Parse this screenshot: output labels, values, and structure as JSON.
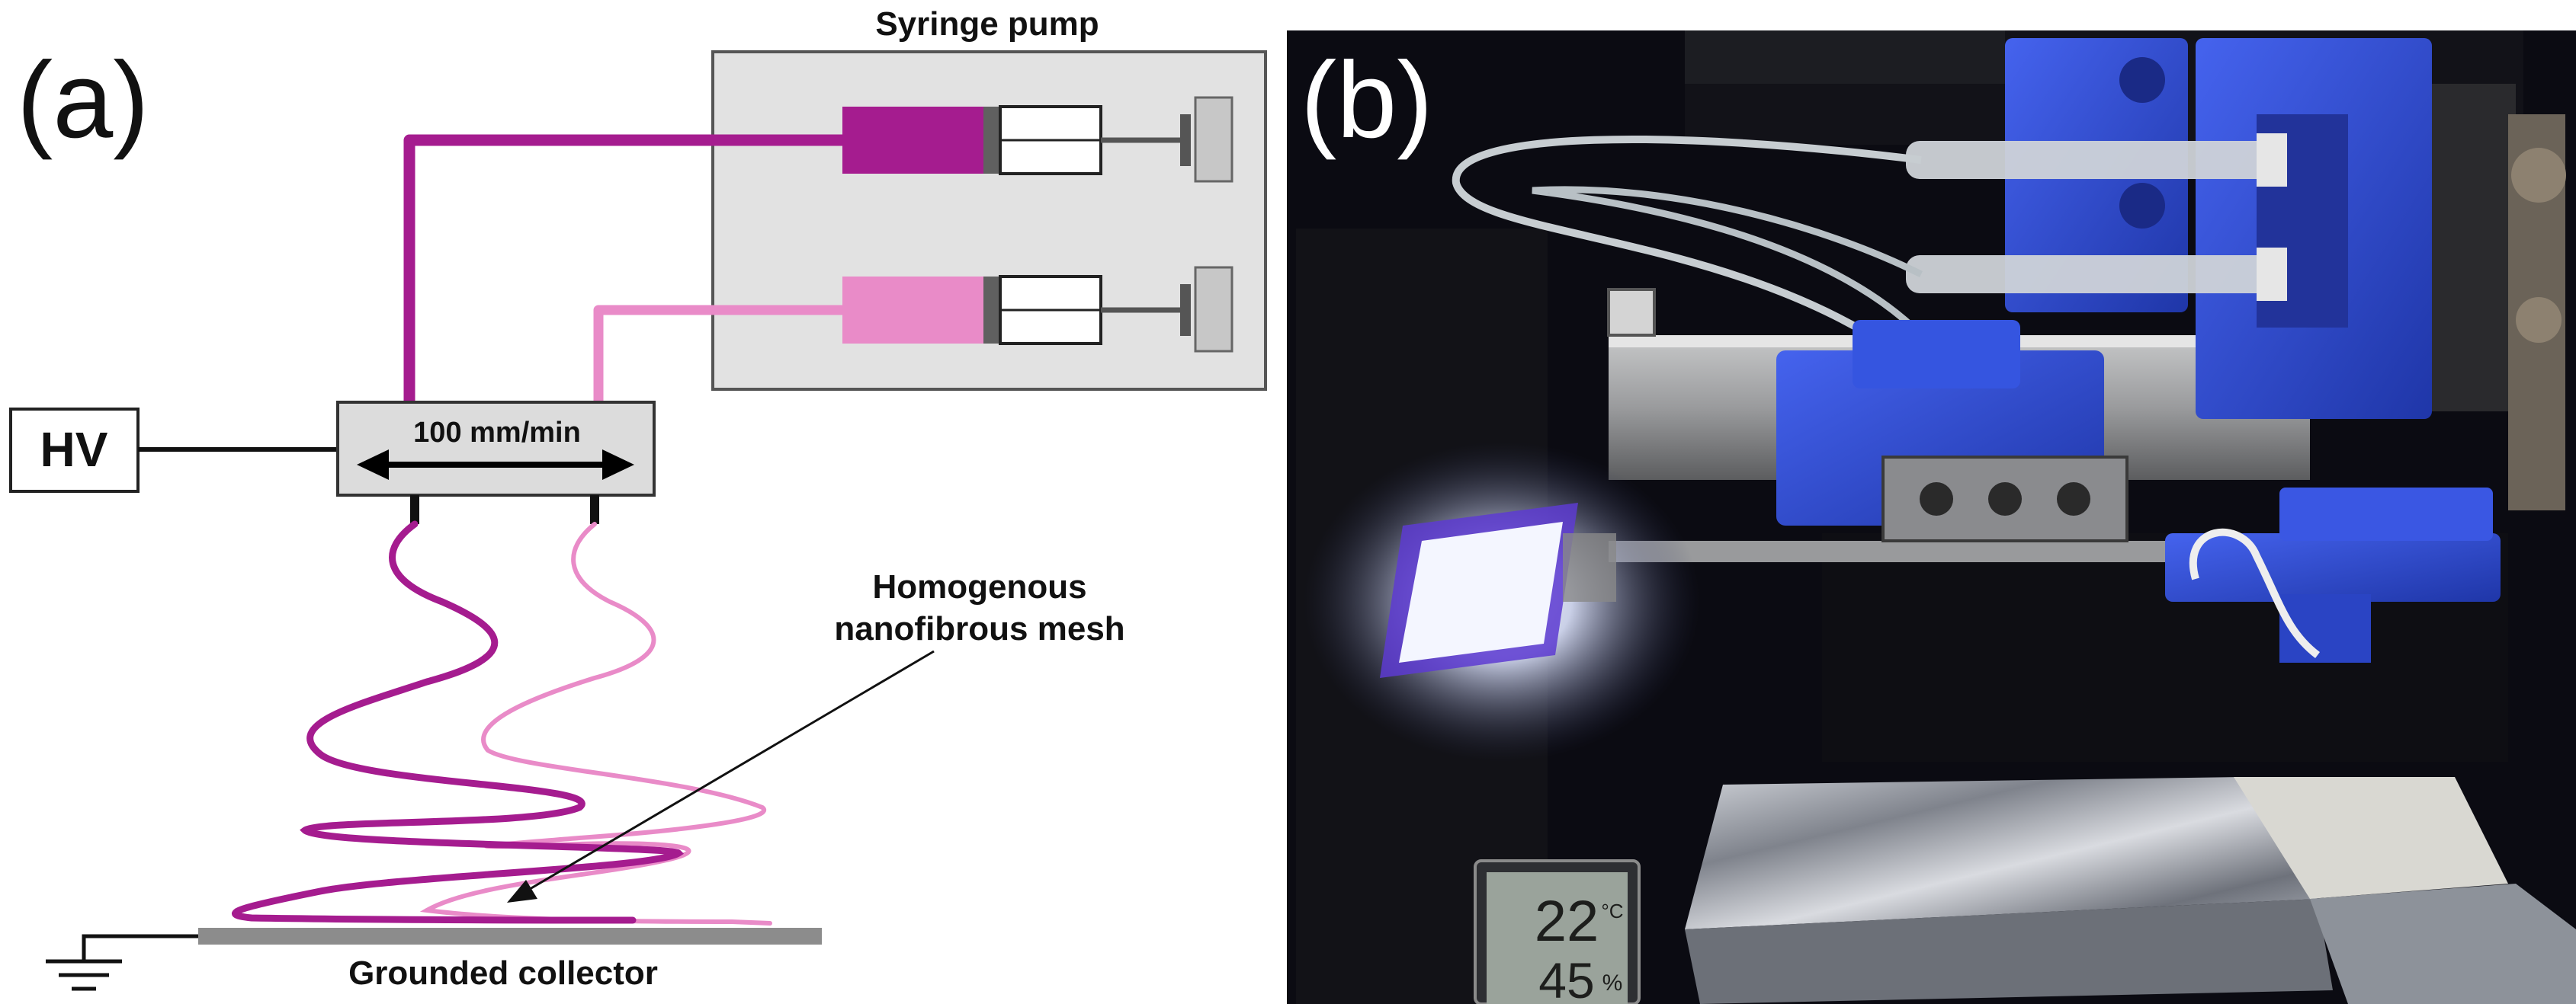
{
  "panel_a": {
    "label": "(a)",
    "pump_label": "Syringe pump",
    "hv_label": "HV",
    "speed_label": "100 mm/min",
    "mesh_label_line1": "Homogenous",
    "mesh_label_line2": "nanofibrous mesh",
    "collector_label": "Grounded collector"
  },
  "panel_b": {
    "label": "(b)",
    "thermometer_temp": "22",
    "thermometer_unit": "°C",
    "thermometer_humidity": "45",
    "thermometer_humidity_unit": "%"
  },
  "colors": {
    "solution_dark": "#a51c8f",
    "solution_light": "#e98bc8",
    "pump_box": "#e2e2e2",
    "collector": "#8c8c8c",
    "photo_background": "#0b0b12",
    "printer_blue": "#2f4bd3"
  }
}
